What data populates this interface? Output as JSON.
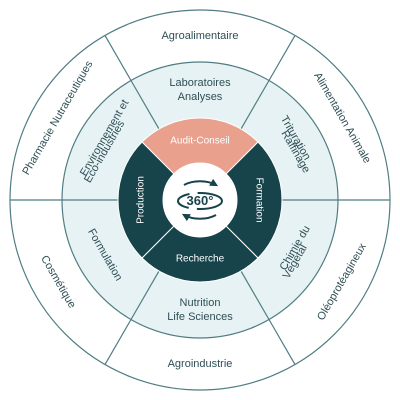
{
  "center": {
    "label": "360°",
    "icon": "rotation-arrows-icon"
  },
  "inner_ring": [
    {
      "label": "Audit-Conseil"
    },
    {
      "label": "Formation"
    },
    {
      "label": "Recherche"
    },
    {
      "label": "Production"
    }
  ],
  "middle_ring": [
    {
      "lines": [
        "Laboratoires",
        "Analyses"
      ]
    },
    {
      "lines": [
        "Trituration",
        "Raffinage"
      ]
    },
    {
      "lines": [
        "Chimie du",
        "Végétal"
      ]
    },
    {
      "lines": [
        "Nutrition",
        "Life Sciences"
      ]
    },
    {
      "lines": [
        "Formulation"
      ]
    },
    {
      "lines": [
        "Environnement et",
        "Eco-industries"
      ]
    }
  ],
  "outer_ring": [
    {
      "label": "Agroalimentaire"
    },
    {
      "label": "Alimentation Animale"
    },
    {
      "label": "Oléoprotéagineux"
    },
    {
      "label": "Agroindustrie"
    },
    {
      "label": "Cosmétique"
    },
    {
      "label": "Pharmacie Nutraceutiques"
    }
  ],
  "colors": {
    "dark_teal": "#17434a",
    "salmon": "#e9a08c",
    "light_teal": "#e6f2f3",
    "line": "#4f7d83",
    "text": "#2f4f56",
    "white": "#ffffff"
  }
}
